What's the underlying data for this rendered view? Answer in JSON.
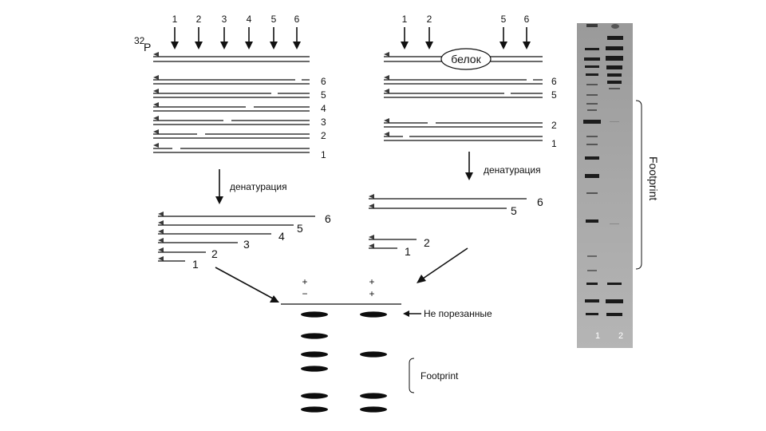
{
  "top_left": {
    "cut_numbers": [
      "1",
      "2",
      "3",
      "4",
      "5",
      "6"
    ],
    "isotope_sup": "32",
    "isotope_letter": "P",
    "fragment_labels": [
      "6",
      "5",
      "4",
      "3",
      "2",
      "1"
    ]
  },
  "top_right": {
    "cut_numbers": [
      "1",
      "2",
      "5",
      "6"
    ],
    "protein_label": "белок",
    "fragment_labels": [
      "6",
      "5",
      "2",
      "1"
    ]
  },
  "denaturation_label": "денатурация",
  "denatured_left_labels": [
    "6",
    "5",
    "4",
    "3",
    "2",
    "1"
  ],
  "denatured_right_labels": [
    "6",
    "5",
    "2",
    "1"
  ],
  "gel_schematic": {
    "lane_signs_row1": [
      "+",
      "+"
    ],
    "lane_signs_row2": [
      "−",
      "+"
    ],
    "uncut_label": "Не порезанные",
    "footprint_label": "Footprint",
    "lane1_bands": [
      1,
      1,
      1,
      1,
      1,
      1
    ],
    "lane2_bands": [
      1,
      0,
      1,
      0,
      1,
      1
    ]
  },
  "photo": {
    "footprint_label": "Footprint",
    "lane_labels": [
      "1",
      "2"
    ]
  }
}
